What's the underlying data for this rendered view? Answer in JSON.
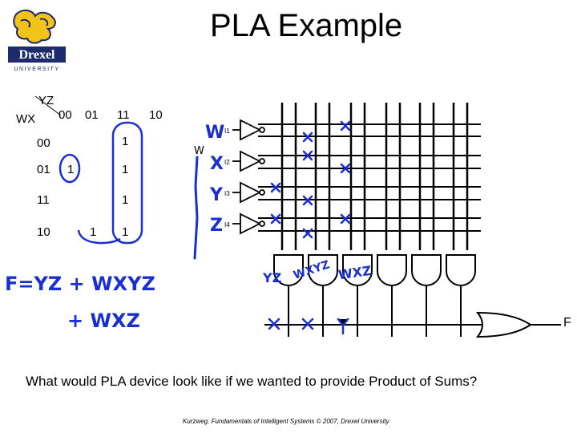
{
  "slide": {
    "title": "PLA Example",
    "logo_text": "Drexel",
    "logo_subtext": "UNIVERSITY",
    "question": "What would PLA device look like if we wanted to provide Product of Sums?",
    "footer": "Kurzweg, Fundamentals of Intelligent Systems © 2007, Drexel University"
  },
  "kmap": {
    "col_var": "YZ",
    "row_var": "WX",
    "col_headers": [
      "00",
      "01",
      "11",
      "10"
    ],
    "row_headers": [
      "00",
      "01",
      "11",
      "10"
    ],
    "ones": [
      {
        "row": 0,
        "col": 2,
        "text": "1"
      },
      {
        "row": 1,
        "col": 0,
        "text": "1"
      },
      {
        "row": 1,
        "col": 2,
        "text": "1"
      },
      {
        "row": 2,
        "col": 2,
        "text": "1"
      },
      {
        "row": 3,
        "col": 1,
        "text": "1"
      },
      {
        "row": 3,
        "col": 2,
        "text": "1"
      }
    ]
  },
  "handwriting": {
    "equation_line1": "F=YZ + WXYZ",
    "equation_line2": "+ WXZ",
    "input_labels": [
      "W",
      "X",
      "Y",
      "Z"
    ],
    "term_labels": [
      "YZ",
      "WXYZ",
      "WXZ"
    ],
    "side_letter": "W"
  },
  "pla": {
    "input_tags": [
      "I1",
      "I2",
      "I3",
      "I4"
    ],
    "output_label": "F",
    "colors": {
      "ink": "#000000",
      "pen": "#1a2fd0"
    }
  }
}
